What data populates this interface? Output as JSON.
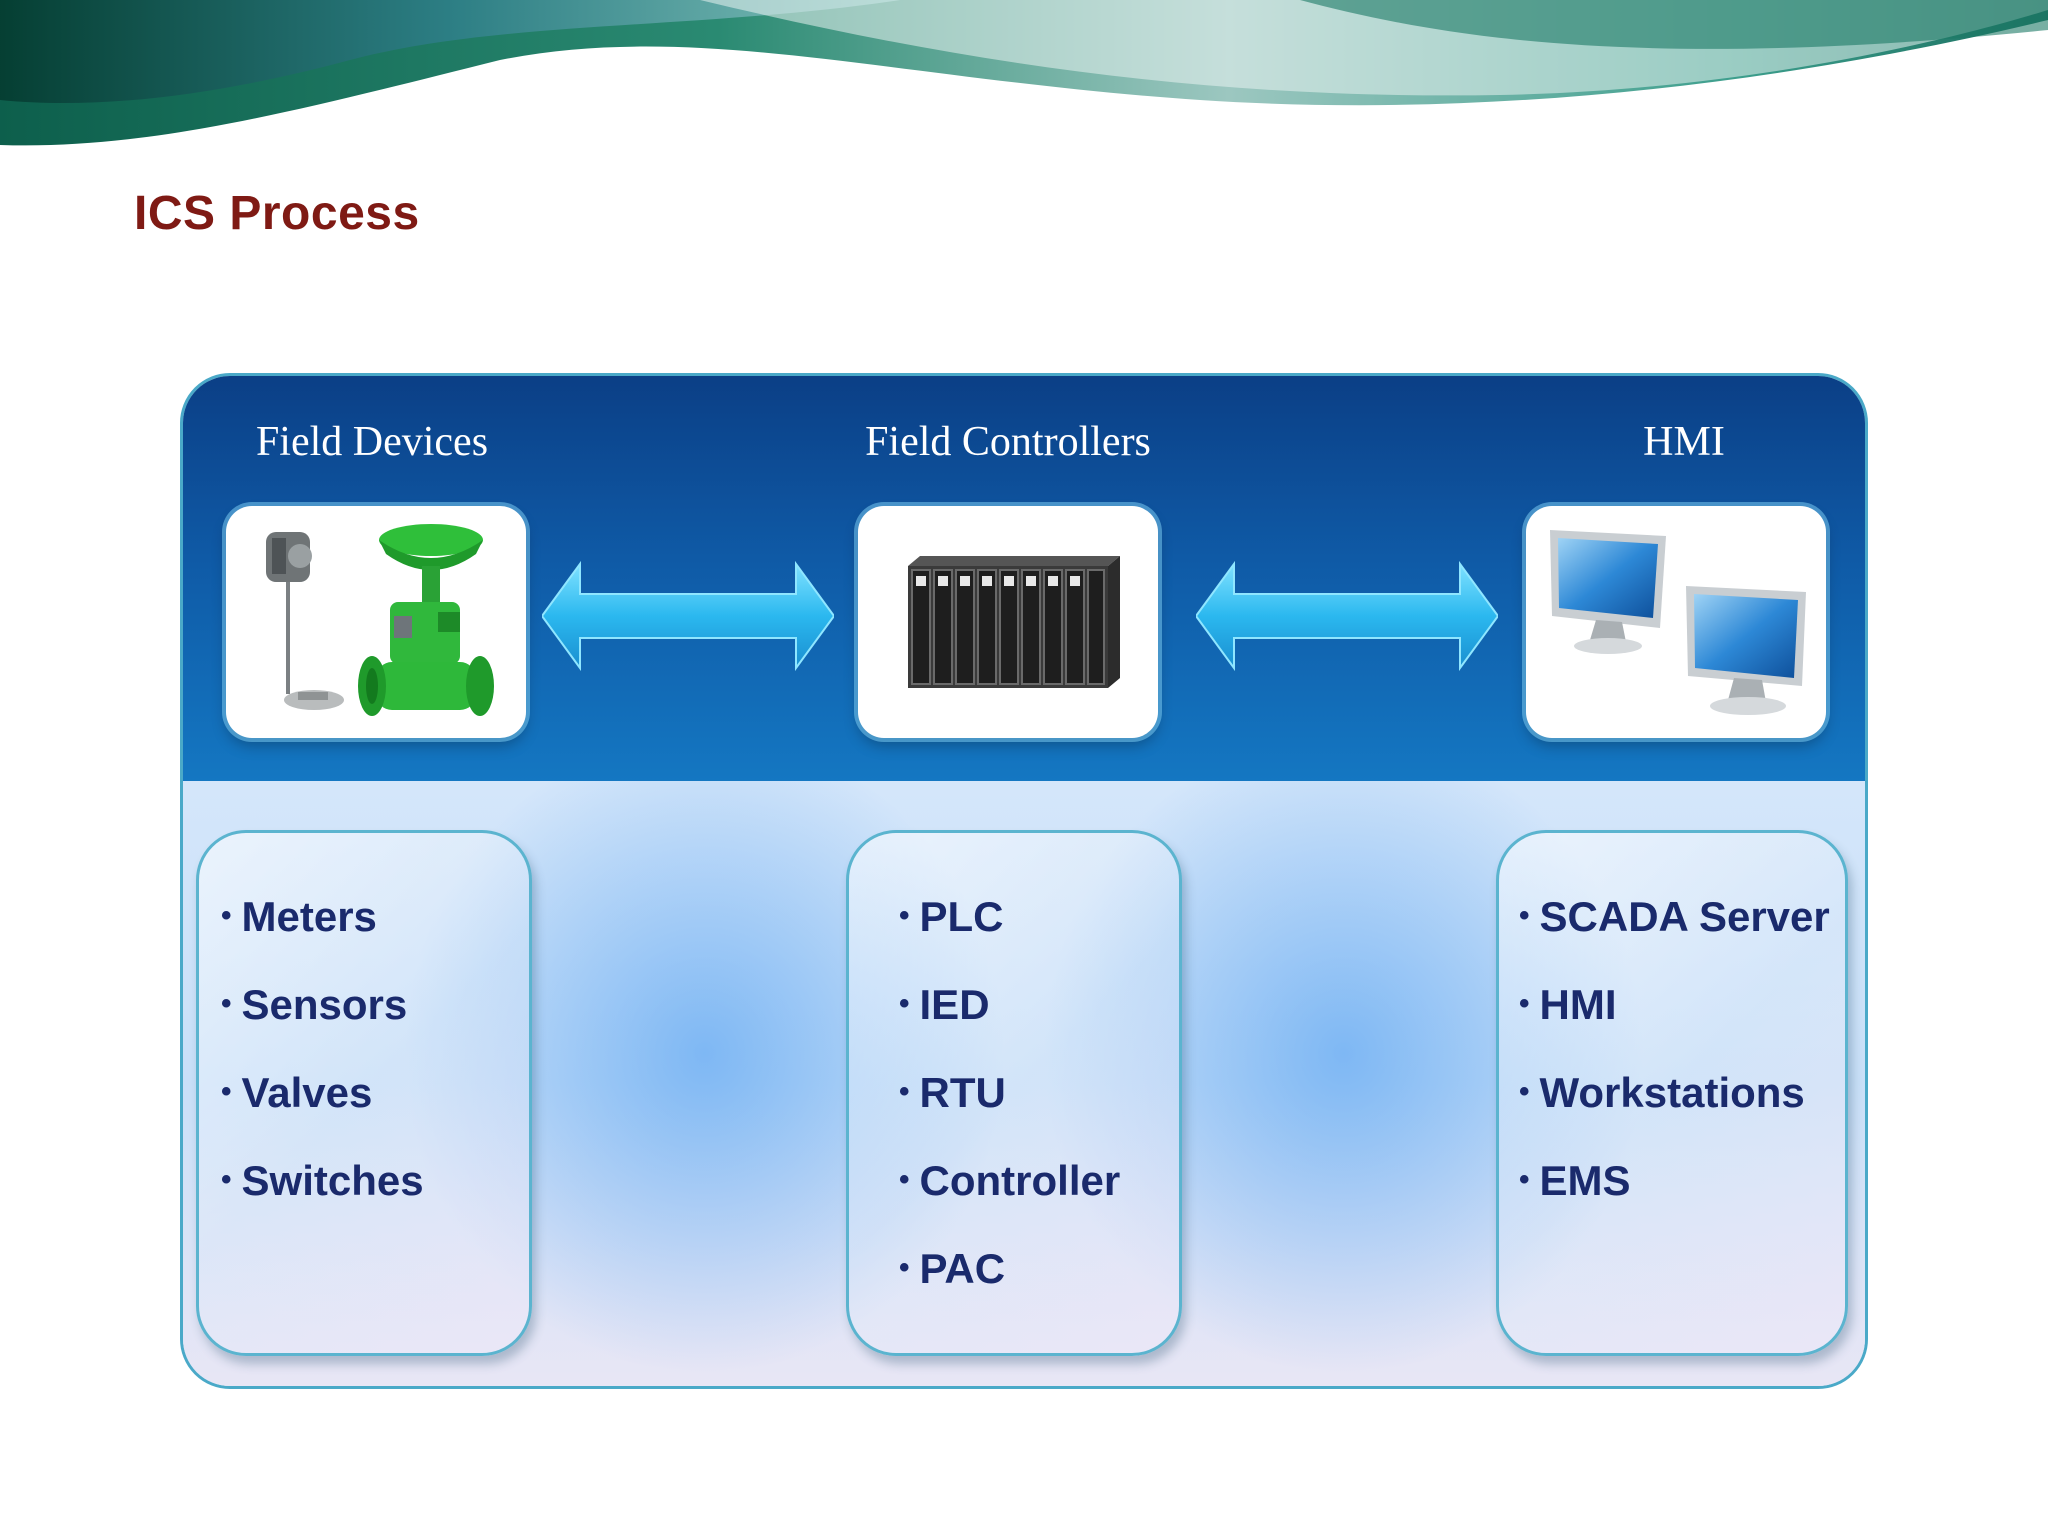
{
  "slide": {
    "title": "ICS Process"
  },
  "columns": [
    {
      "heading": "Field Devices",
      "items": [
        "Meters",
        "Sensors",
        "Valves",
        "Switches"
      ]
    },
    {
      "heading": "Field Controllers",
      "items": [
        "PLC",
        "IED",
        "RTU",
        "Controller",
        "PAC"
      ]
    },
    {
      "heading": "HMI",
      "items": [
        "SCADA Server",
        "HMI",
        "Workstations",
        "EMS"
      ]
    }
  ],
  "colors": {
    "title": "#7f1a14",
    "panel_dark": "#0b3f86",
    "arrow": "#38c2f0",
    "list_text": "#1a2a6c"
  }
}
